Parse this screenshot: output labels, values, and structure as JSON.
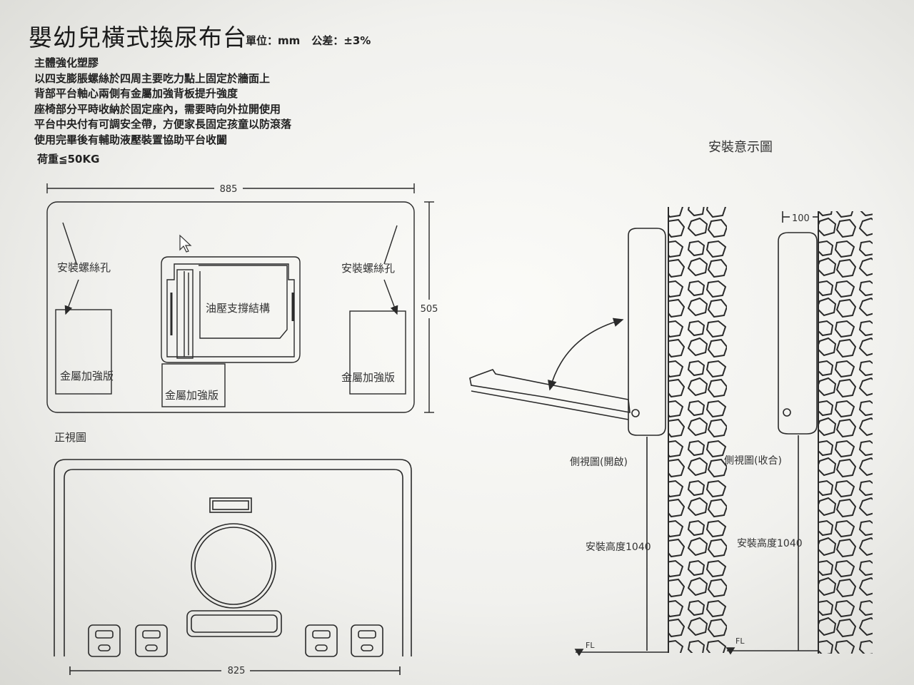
{
  "header": {
    "title": "嬰幼兒橫式換尿布台",
    "unit": "單位：mm",
    "tolerance": "公差：±3%"
  },
  "specs": {
    "material": "主體強化塑膠",
    "lines": [
      "以四支膨脹螺絲於四周主要吃力點上固定於牆面上",
      "背部平台軸心兩側有金屬加強背板提升強度",
      "座椅部分平時收納於固定座內，需要時向外拉開使用",
      "平台中央付有可調安全帶，方便家長固定孩童以防滾落",
      "使用完畢後有輔助液壓裝置協助平台收闔"
    ],
    "load": "荷重≦50KG"
  },
  "back_view": {
    "width_dim": "885",
    "height_dim": "505",
    "screw_hole_left": "安裝螺絲孔",
    "screw_hole_right": "安裝螺絲孔",
    "hydraulic": "油壓支撐結構",
    "plate_left": "金屬加強版",
    "plate_center": "金屬加強版",
    "plate_right": "金屬加強版"
  },
  "front_view": {
    "label": "正視圖",
    "width_dim": "825"
  },
  "install": {
    "title": "安裝意示圖",
    "side_open": "側視圖(開啟)",
    "side_closed": "側視圖(收合)",
    "height_open": "安裝高度1040",
    "height_closed": "安裝高度1040",
    "floor_open": "FL",
    "floor_closed": "FL",
    "depth_dim": "100"
  },
  "colors": {
    "line": "#2a2a2a",
    "paper": "#f8f8f5"
  }
}
